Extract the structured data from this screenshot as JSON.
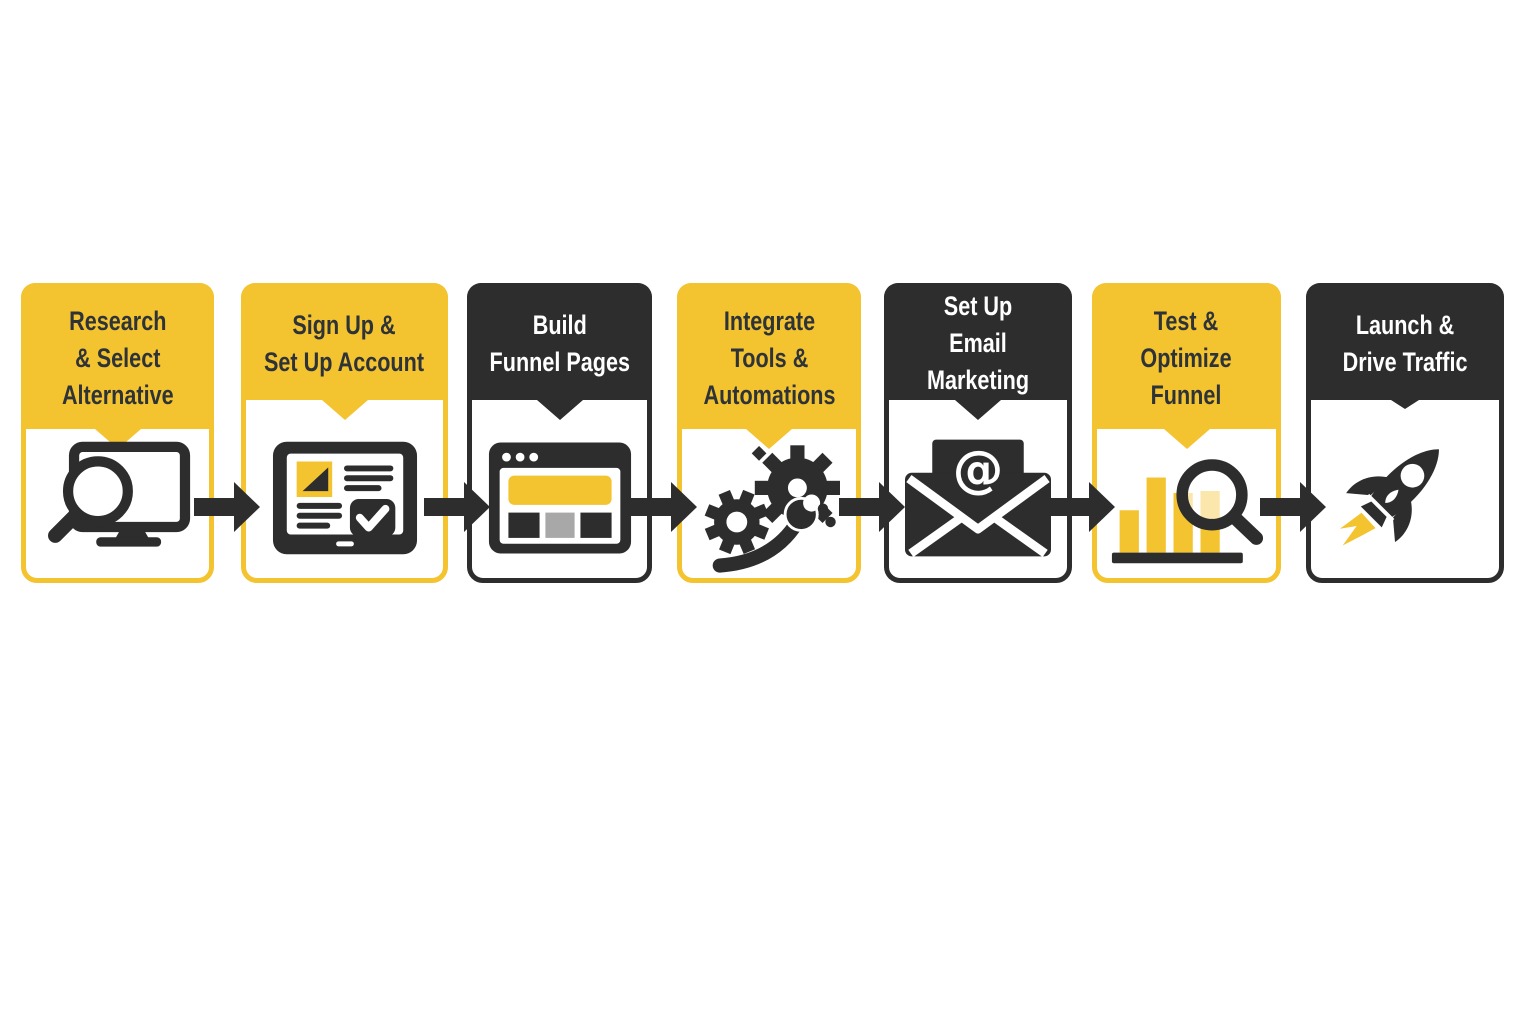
{
  "page": {
    "background": "#ffffff"
  },
  "palette": {
    "yellow": "#F4C330",
    "dark": "#2D2D2D",
    "header_text_on_yellow": "#2E3338",
    "header_text_on_dark": "#FFFFFF",
    "gray_block": "#A8A8A8",
    "white": "#FFFFFF"
  },
  "steps": [
    {
      "order": 1,
      "title": "Research\n& Select\nAlternative",
      "theme": "yellow",
      "icon": "monitor-search-icon"
    },
    {
      "order": 2,
      "title": "Sign Up &\nSet Up Account",
      "theme": "yellow",
      "icon": "signup-checklist-icon"
    },
    {
      "order": 3,
      "title": "Build\nFunnel Pages",
      "theme": "dark",
      "icon": "webpage-builder-icon"
    },
    {
      "order": 4,
      "title": "Integrate\nTools &\nAutomations",
      "theme": "yellow",
      "icon": "gears-wrench-icon"
    },
    {
      "order": 5,
      "title": "Set Up\nEmail Marketing",
      "theme": "dark",
      "icon": "email-at-icon"
    },
    {
      "order": 6,
      "title": "Test &\nOptimize\nFunnel",
      "theme": "yellow",
      "icon": "bar-chart-magnifier-icon"
    },
    {
      "order": 7,
      "title": "Launch &\nDrive Traffic",
      "theme": "dark",
      "icon": "rocket-icon"
    }
  ],
  "connector": {
    "type": "arrow-right",
    "count": 6,
    "color": "#2D2D2D"
  }
}
